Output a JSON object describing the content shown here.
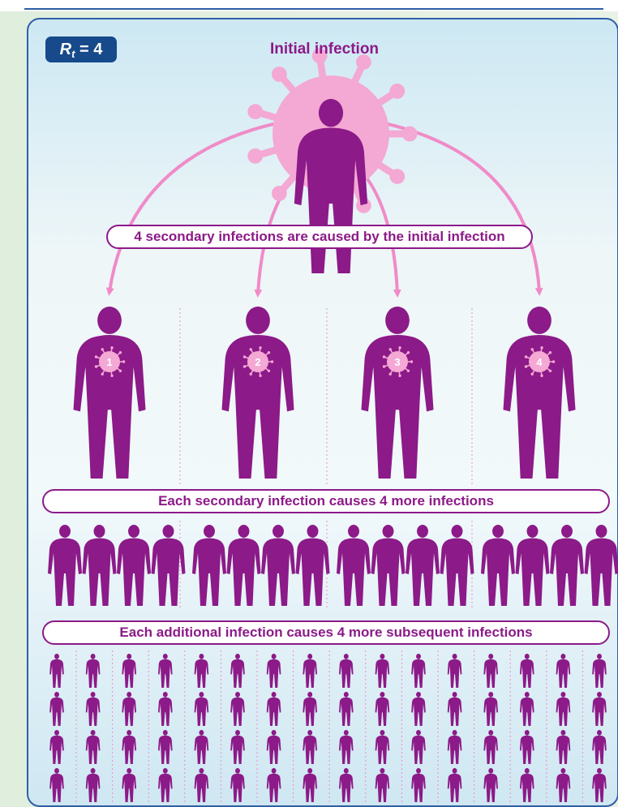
{
  "rt_badge": {
    "main": "R",
    "subscript": "t",
    "rest": " = 4"
  },
  "title": "Initial infection",
  "labels": {
    "secondary": "4 secondary infections are caused by the initial infection",
    "each_secondary": "Each secondary infection causes 4 more infections",
    "each_additional": "Each additional infection causes 4 more subsequent infections"
  },
  "secondary_numbers": [
    "1",
    "2",
    "3",
    "4"
  ],
  "tiers": {
    "initial": 1,
    "secondary": 4,
    "tertiary": 16,
    "subsequent": 64
  },
  "colors": {
    "person": "#8c1a88",
    "virus": "#f4a8d4",
    "arrow": "#f08bc8",
    "border": "#2f5fa6",
    "badge": "#174a8b"
  }
}
